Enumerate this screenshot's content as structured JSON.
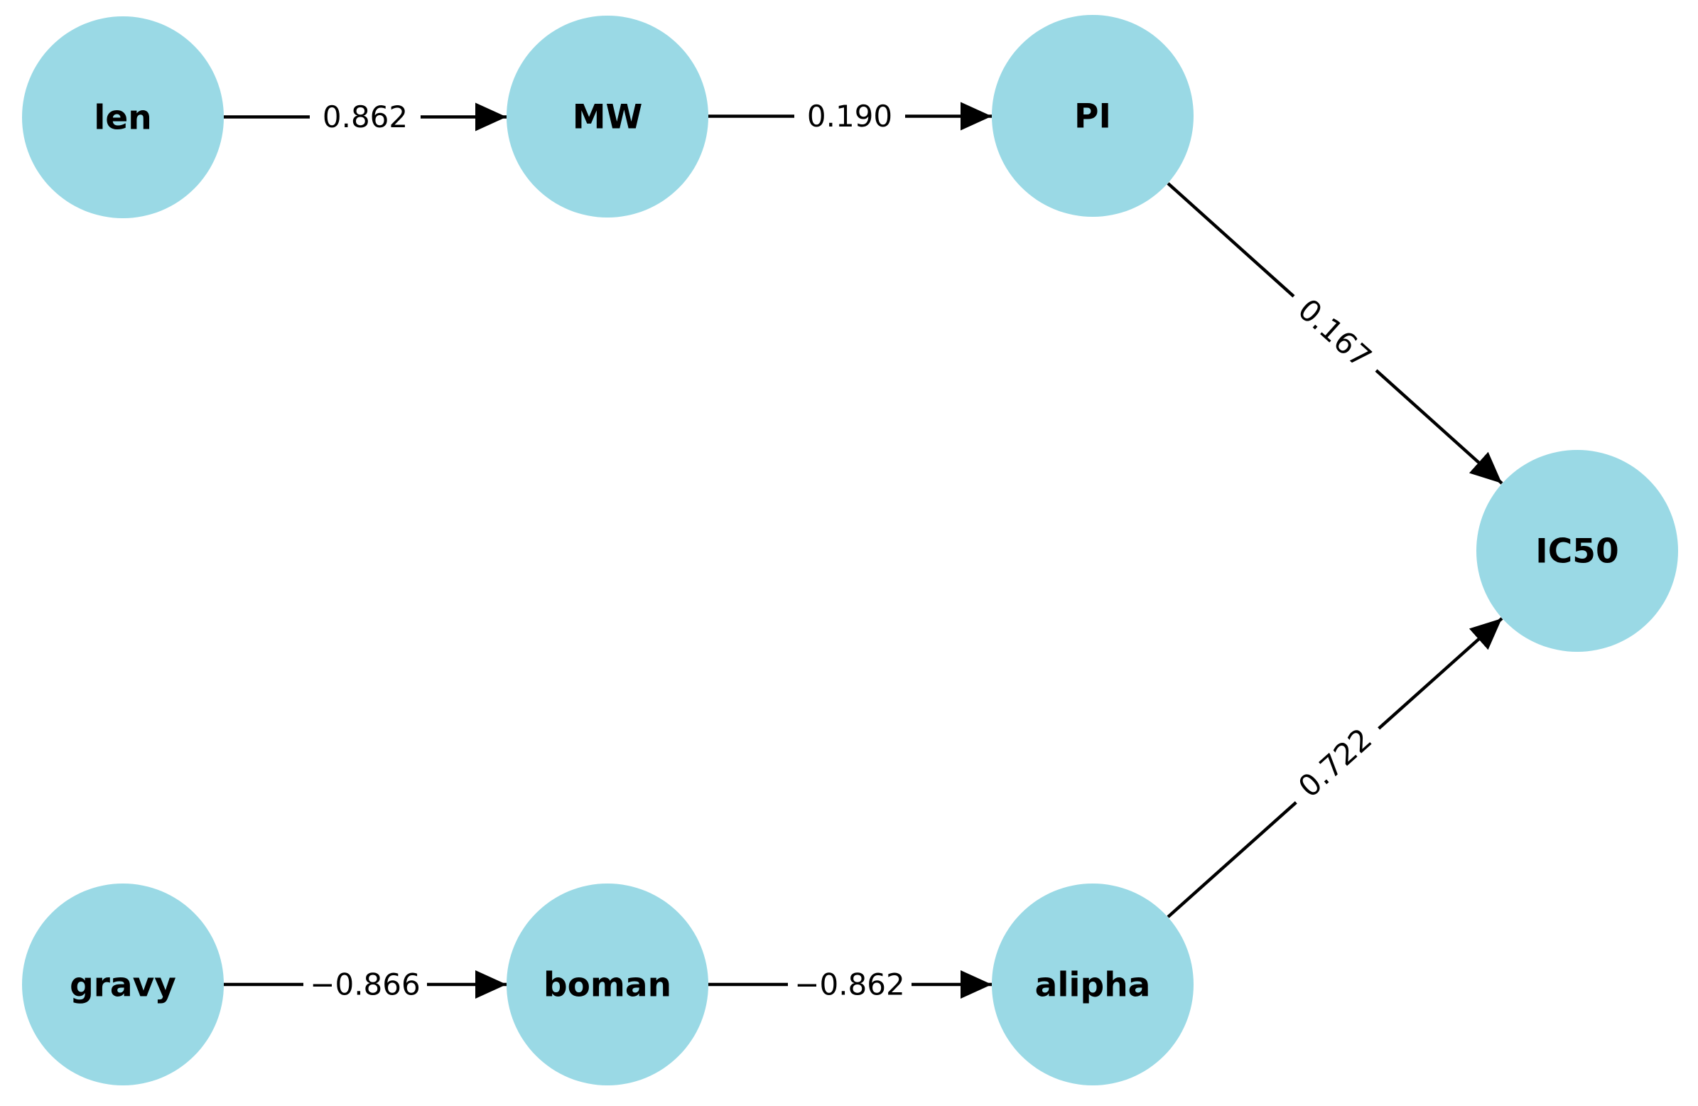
{
  "diagram": {
    "type": "directed-path-diagram",
    "background_color": "#ffffff",
    "node_fill_color": "#9ad9e5",
    "edge_color": "#000000",
    "text_color": "#000000",
    "nodes": [
      {
        "id": "len",
        "label": "len"
      },
      {
        "id": "MW",
        "label": "MW"
      },
      {
        "id": "PI",
        "label": "PI"
      },
      {
        "id": "IC50",
        "label": "IC50"
      },
      {
        "id": "gravy",
        "label": "gravy"
      },
      {
        "id": "boman",
        "label": "boman"
      },
      {
        "id": "alipha",
        "label": "alipha"
      }
    ],
    "edges": [
      {
        "from": "len",
        "to": "MW",
        "label": "0.862"
      },
      {
        "from": "MW",
        "to": "PI",
        "label": "0.190"
      },
      {
        "from": "PI",
        "to": "IC50",
        "label": "0.167"
      },
      {
        "from": "gravy",
        "to": "boman",
        "label": "−0.866"
      },
      {
        "from": "boman",
        "to": "alipha",
        "label": "−0.862"
      },
      {
        "from": "alipha",
        "to": "IC50",
        "label": "0.722"
      }
    ]
  }
}
